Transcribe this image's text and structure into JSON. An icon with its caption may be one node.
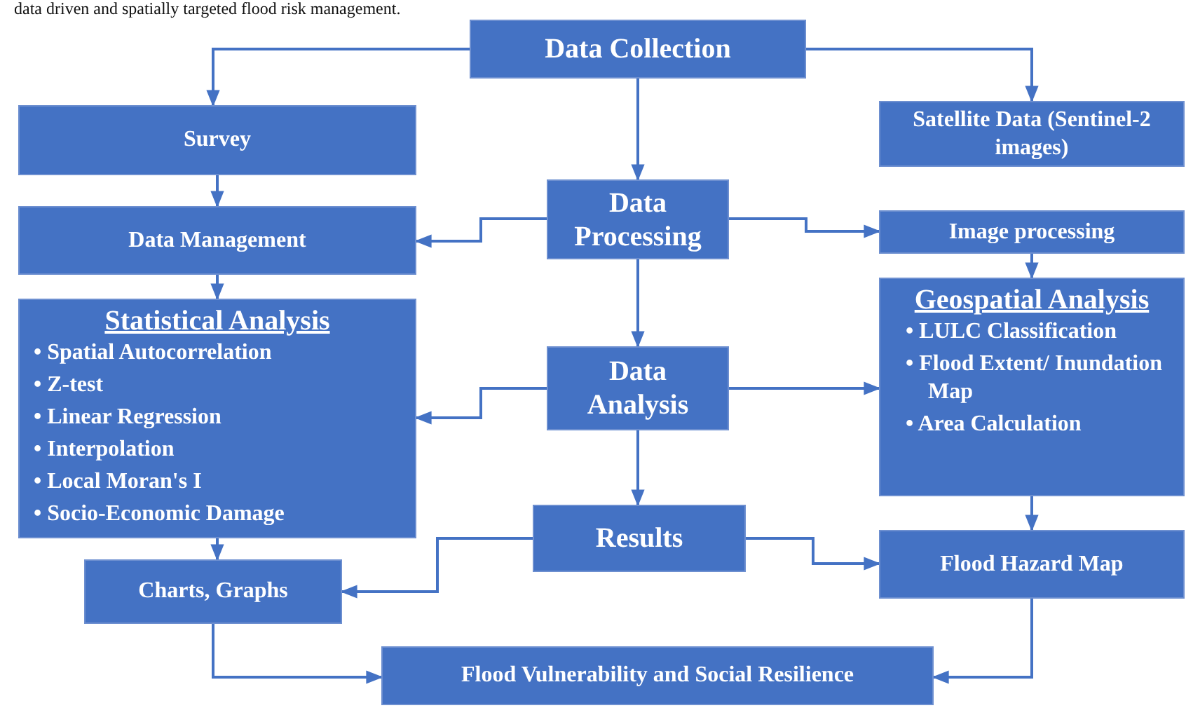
{
  "diagram": {
    "nodes": [
      {
        "text": [
          "Data Collection"
        ]
      },
      {
        "text": [
          "Survey"
        ]
      },
      {
        "text": [
          "Satellite Data (Sentinel-2 images)"
        ]
      },
      {
        "text": [
          "Data Processing"
        ]
      },
      {
        "text": [
          "Data Management"
        ]
      },
      {
        "text": [
          "Image processing"
        ]
      },
      {
        "text": [
          "Statistical Analysis",
          "• Spatial Autocorrelation",
          "• Z-test",
          "• Linear Regression",
          "• Interpolation",
          "• Local Moran's I",
          "• Socio-Economic Damage"
        ]
      },
      {
        "text": [
          "Data Analysis"
        ]
      },
      {
        "text": [
          "Geospatial Analysis",
          "• LULC Classification",
          "• Flood Extent/ Inundation Map",
          "• Area Calculation"
        ]
      },
      {
        "text": [
          "Results"
        ]
      },
      {
        "text": [
          "Charts, Graphs"
        ]
      },
      {
        "text": [
          "Flood Hazard Map"
        ]
      },
      {
        "text": [
          "Flood Vulnerability and Social Resilience"
        ]
      }
    ],
    "edges": [
      {
        "from": 0,
        "to": 1,
        "arrow": "to"
      },
      {
        "from": 0,
        "to": 2,
        "arrow": "to"
      },
      {
        "from": 0,
        "to": 3,
        "arrow": "to"
      },
      {
        "from": 1,
        "to": 4,
        "arrow": "to"
      },
      {
        "from": 3,
        "to": 4,
        "arrow": "to"
      },
      {
        "from": 3,
        "to": 5,
        "arrow": "to"
      },
      {
        "from": 3,
        "to": 7,
        "arrow": "to"
      },
      {
        "from": 4,
        "to": 6,
        "arrow": "to"
      },
      {
        "from": 5,
        "to": 8,
        "arrow": "to"
      },
      {
        "from": 7,
        "to": 6,
        "arrow": "to"
      },
      {
        "from": 7,
        "to": 8,
        "arrow": "to"
      },
      {
        "from": 7,
        "to": 9,
        "arrow": "to"
      },
      {
        "from": 6,
        "to": 10,
        "arrow": "to"
      },
      {
        "from": 8,
        "to": 11,
        "arrow": "to"
      },
      {
        "from": 9,
        "to": 10,
        "arrow": "to"
      },
      {
        "from": 9,
        "to": 11,
        "arrow": "to"
      },
      {
        "from": 10,
        "to": 12,
        "arrow": "to"
      },
      {
        "from": 11,
        "to": 12,
        "arrow": "to"
      }
    ],
    "labels": [
      "data driven and spatially targeted flood risk management."
    ]
  }
}
